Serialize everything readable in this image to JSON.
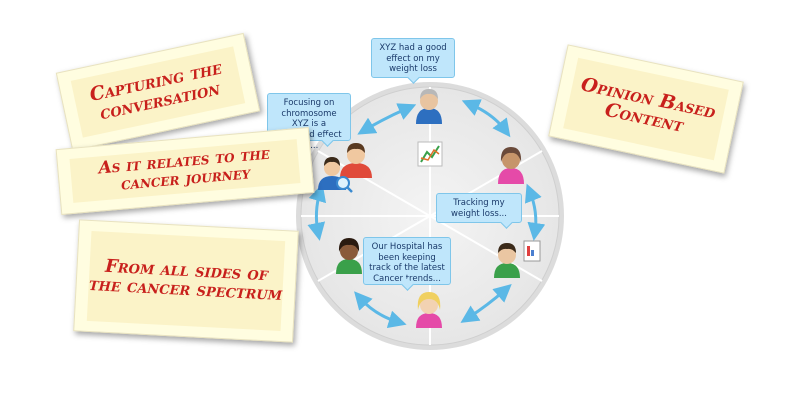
{
  "cards": {
    "capturing": "Capturing the conversation",
    "relates": "As it relates to the cancer journey",
    "from_all": "From all sides of the cancer spectrum",
    "opinion": "Opinion Based Content"
  },
  "bubbles": {
    "top": "XYZ had a good effect on my weight loss",
    "left": "Focusing on chromosome XYZ is a profound effect on...",
    "right": "Tracking my weight loss...",
    "bottom": "Our Hospital has been keeping track of the latest Cancer trends..."
  },
  "colors": {
    "card_text": "#c8201c",
    "bubble_fill": "#bfe6fb",
    "arrow": "#5bb8e6",
    "wheel": "#e9e9e9"
  },
  "icons": [
    "user-gray-hair-icon",
    "user-brown-hair-icon",
    "user-dark-skin-icon",
    "user-blond-icon",
    "user-dark-hair-icon",
    "user-pair-search-icon",
    "chart-icon",
    "document-icon"
  ]
}
